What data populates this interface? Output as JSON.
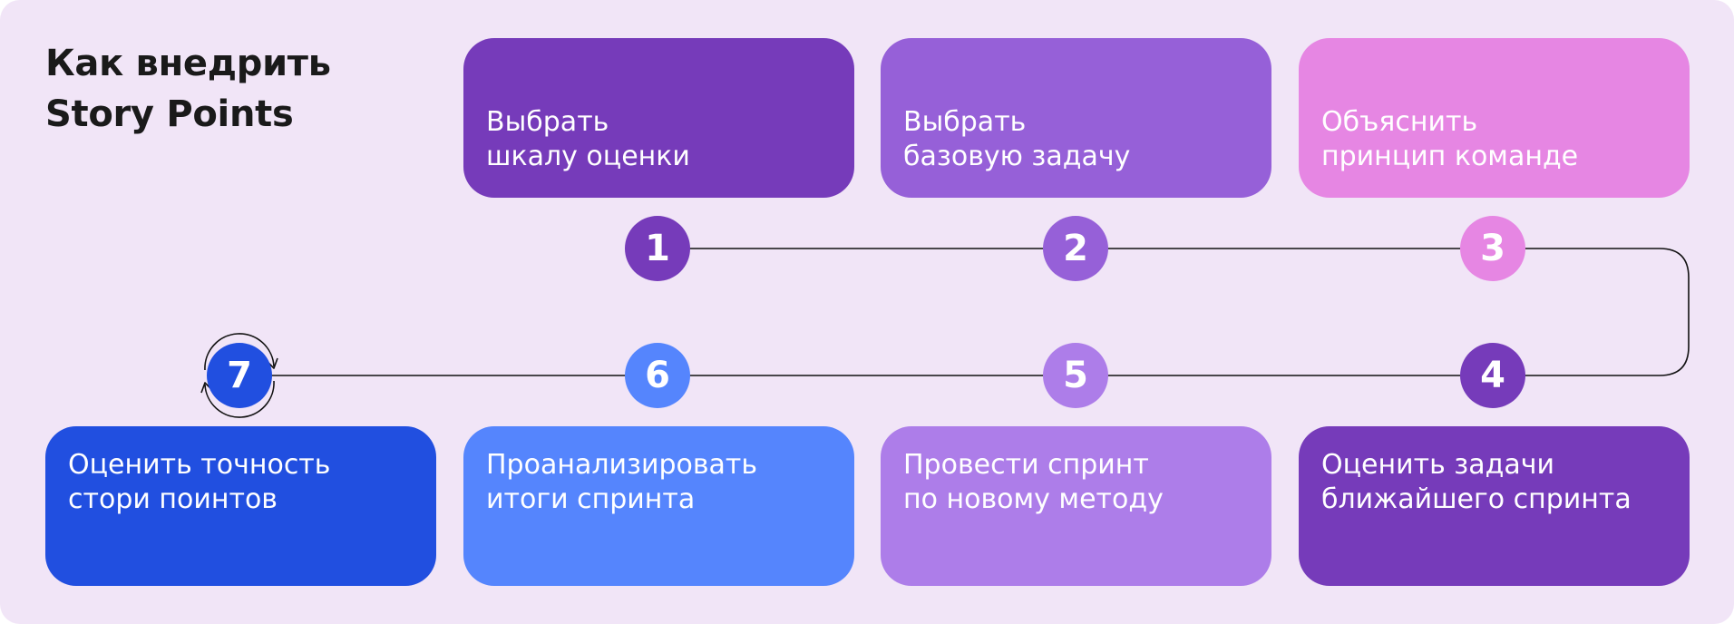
{
  "title": {
    "line1": "Как внедрить",
    "line2": "Story Points"
  },
  "steps": [
    {
      "number": "1",
      "line1": "Выбрать",
      "line2": "шкалу оценки",
      "color": "#763bba"
    },
    {
      "number": "2",
      "line1": "Выбрать",
      "line2": "базовую задачу",
      "color": "#9660d8"
    },
    {
      "number": "3",
      "line1": "Объяснить",
      "line2": "принцип команде",
      "color": "#e686e3"
    },
    {
      "number": "4",
      "line1": "Оценить задачи",
      "line2": "ближайшего спринта",
      "color": "#763bba"
    },
    {
      "number": "5",
      "line1": "Провести спринт",
      "line2": "по новому методу",
      "color": "#ad7de9"
    },
    {
      "number": "6",
      "line1": "Проанализировать",
      "line2": "итоги спринта",
      "color": "#5585fd"
    },
    {
      "number": "7",
      "line1": "Оценить точность",
      "line2": "стори поинтов",
      "color": "#214fe0"
    }
  ],
  "icons": {
    "cycle": "refresh-cycle-icon"
  },
  "colors": {
    "background": "#f1e5f7",
    "connector": "#111111"
  }
}
